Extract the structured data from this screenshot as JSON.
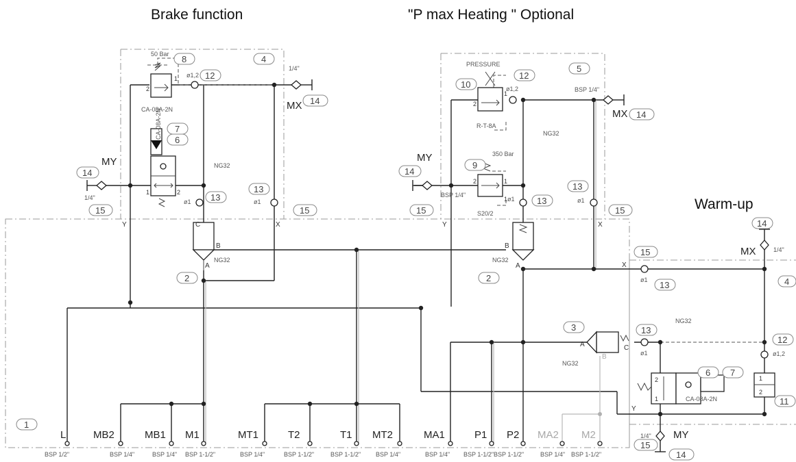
{
  "titles": {
    "brake": "Brake function",
    "heating": "\"P max Heating \" Optional",
    "warmup": "Warm-up"
  },
  "ports": {
    "L": "L",
    "MB2": "MB2",
    "MB1": "MB1",
    "M1": "M1",
    "MT1": "MT1",
    "T2": "T2",
    "T1": "T1",
    "MT2": "MT2",
    "MA1": "MA1",
    "P1": "P1",
    "P2": "P2",
    "MA2": "MA2",
    "M2": "M2",
    "MX": "MX",
    "MY": "MY",
    "Y": "Y",
    "X": "X",
    "A": "A",
    "B": "B",
    "C": "C"
  },
  "bsp": {
    "half": "BSP 1/2\"",
    "quarter": "BSP 1/4\"",
    "one_half": "BSP 1-1/2\"",
    "one_half_2": "BSP 1-1/2\"BSP 1-1/2\""
  },
  "sizes": {
    "quarter_inch": "1/4\""
  },
  "labels": {
    "bar50": "50 Bar",
    "bar350": "350 Bar",
    "pressure": "PRESSURE",
    "ca08a": "CA-08A-2N",
    "rt8a": "R-T-8A",
    "s202": "S20/2",
    "ng32": "NG32",
    "o12": "ø1,2",
    "o1": "ø1"
  },
  "items": {
    "n1": "1",
    "n2": "2",
    "n3": "3",
    "n4": "4",
    "n5": "5",
    "n6": "6",
    "n7": "7",
    "n8": "8",
    "n9": "9",
    "n10": "10",
    "n11": "11",
    "n12": "12",
    "n13": "13",
    "n14": "14",
    "n15": "15"
  },
  "pins": {
    "p1": "1",
    "p2": "2"
  }
}
